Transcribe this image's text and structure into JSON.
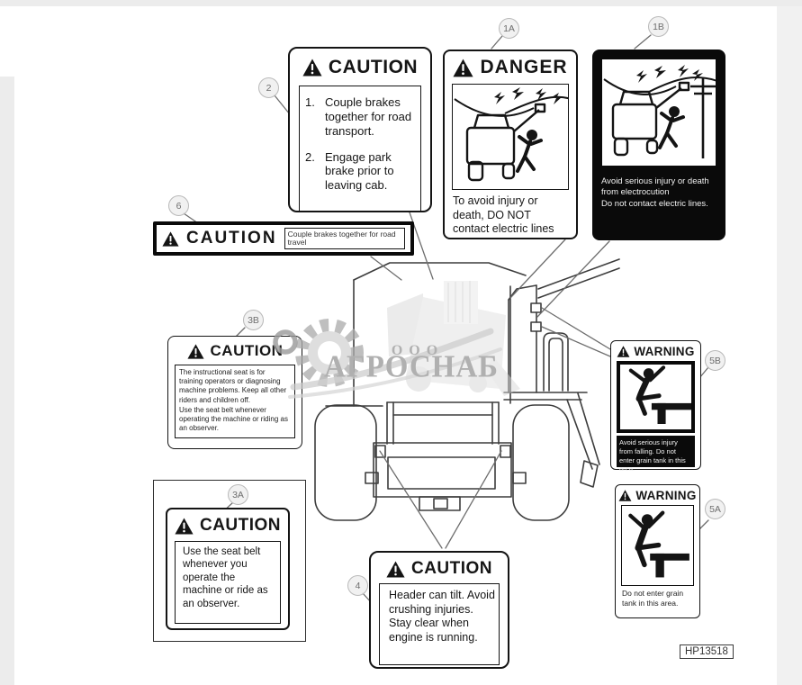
{
  "doc": {
    "part_code": "HP13518"
  },
  "watermark": {
    "prefix": "ООО",
    "name": "АГРОСНАБ"
  },
  "callouts": {
    "c1a": "1A",
    "c1b": "1B",
    "c2": "2",
    "c6": "6",
    "c3b": "3B",
    "c3a": "3A",
    "c4": "4",
    "c5b": "5B",
    "c5a": "5A"
  },
  "labels": {
    "brakes": {
      "title": "CAUTION",
      "items": [
        {
          "num": "1.",
          "text": "Couple brakes together for road transport."
        },
        {
          "num": "2.",
          "text": "Engage park brake prior to leaving cab."
        }
      ]
    },
    "danger_lines": {
      "title": "DANGER",
      "text": "To avoid injury or death, DO NOT contact electric lines"
    },
    "electrocution": {
      "line1": "Avoid serious injury or death from electrocution",
      "line2": "Do not contact electric lines."
    },
    "brakes_strip": {
      "title": "CAUTION",
      "tag": "Couple brakes together for road travel"
    },
    "instructional_seat": {
      "title": "CAUTION",
      "p1": "The instructional seat is for training operators or diagnosing machine problems. Keep all other riders and children off.",
      "p2": "Use the seat belt whenever operating the machine or riding as an observer."
    },
    "seat_belt": {
      "title": "CAUTION",
      "text": "Use the seat belt whenever you operate the machine or ride as an observer."
    },
    "header_tilt": {
      "title": "CAUTION",
      "text": "Header can tilt. Avoid crushing injuries.  Stay clear when engine is running."
    },
    "grain_tank_b": {
      "title": "WARNING",
      "text": "Avoid serious injury from falling. Do not enter grain tank in this area."
    },
    "grain_tank_a": {
      "title": "WARNING",
      "text": "Do not enter grain tank in this area."
    }
  },
  "colors": {
    "ink": "#141414",
    "line": "#3d3d3d",
    "watermark": "#b0b0b0"
  }
}
